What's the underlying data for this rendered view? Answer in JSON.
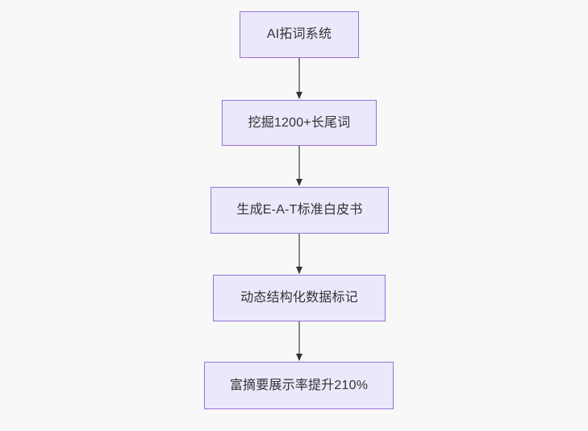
{
  "diagram": {
    "type": "flowchart",
    "direction": "top-to-bottom",
    "background_color": "#f8f8f8",
    "node_fill_color": "#ebe8fc",
    "node_border_color": "#9673d3",
    "node_text_color": "#333333",
    "edge_color": "#888888",
    "arrowhead_color": "#333333",
    "nodes": [
      {
        "id": "node-0",
        "label": "AI拓词系统"
      },
      {
        "id": "node-1",
        "label": "挖掘1200+长尾词"
      },
      {
        "id": "node-2",
        "label": "生成E-A-T标准白皮书"
      },
      {
        "id": "node-3",
        "label": "动态结构化数据标记"
      },
      {
        "id": "node-4",
        "label": "富摘要展示率提升210%"
      }
    ],
    "edges": [
      {
        "id": "edge-0",
        "from": "node-0",
        "to": "node-1",
        "label": ""
      },
      {
        "id": "edge-1",
        "from": "node-1",
        "to": "node-2",
        "label": ""
      },
      {
        "id": "edge-2",
        "from": "node-2",
        "to": "node-3",
        "label": ""
      },
      {
        "id": "edge-3",
        "from": "node-3",
        "to": "node-4",
        "label": ""
      }
    ]
  }
}
